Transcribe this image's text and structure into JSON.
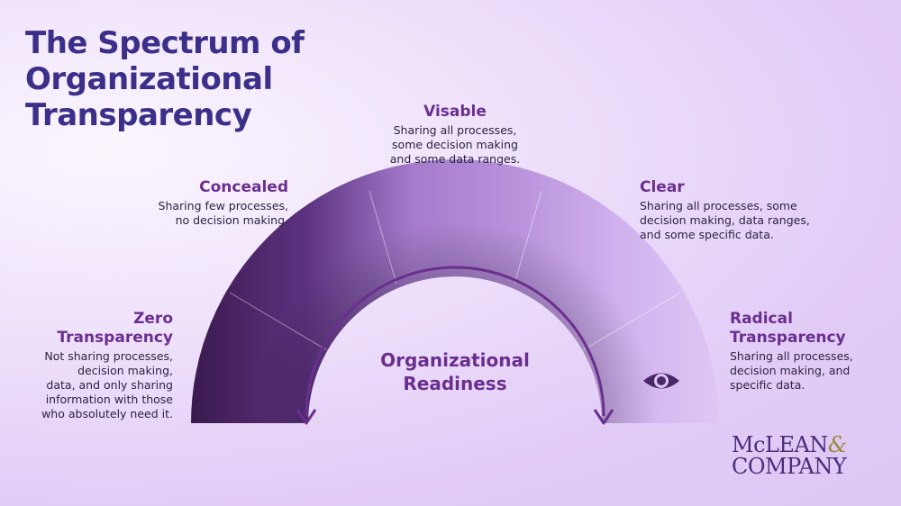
{
  "title": {
    "lines": [
      "The Spectrum of",
      "Organizational",
      "Transparency"
    ]
  },
  "center_label": {
    "lines": [
      "Organizational",
      "Readiness"
    ]
  },
  "stages": [
    {
      "id": "zero",
      "name_lines": [
        "Zero",
        "Transparency"
      ],
      "desc_lines": [
        "Not sharing processes,",
        "decision making,",
        "data, and only sharing",
        "information with those",
        "who absolutely need it."
      ]
    },
    {
      "id": "concealed",
      "name_lines": [
        "Concealed"
      ],
      "desc_lines": [
        "Sharing few processes,",
        "no decision making."
      ]
    },
    {
      "id": "visable",
      "name_lines": [
        "Visable"
      ],
      "desc_lines": [
        "Sharing all processes,",
        "some decision making",
        "and some data ranges."
      ]
    },
    {
      "id": "clear",
      "name_lines": [
        "Clear"
      ],
      "desc_lines": [
        "Sharing all processes, some",
        "decision making, data ranges,",
        "and some specific data."
      ]
    },
    {
      "id": "radical",
      "name_lines": [
        "Radical",
        "Transparency"
      ],
      "desc_lines": [
        "Sharing all processes,",
        "decision making, and",
        "specific data."
      ]
    }
  ],
  "logo": {
    "line1_text": "McLEAN",
    "line1_amp": "&",
    "line2_text": "COMPANY"
  },
  "icons": {
    "stage_icon": "eye-icon"
  },
  "colors": {
    "title": "#3c2f8a",
    "stage_name": "#6a2f8e",
    "arc_dark": "#3a1a4e",
    "arc_light": "#dcc2f3",
    "inner_arrow": "#6a2f8e"
  }
}
